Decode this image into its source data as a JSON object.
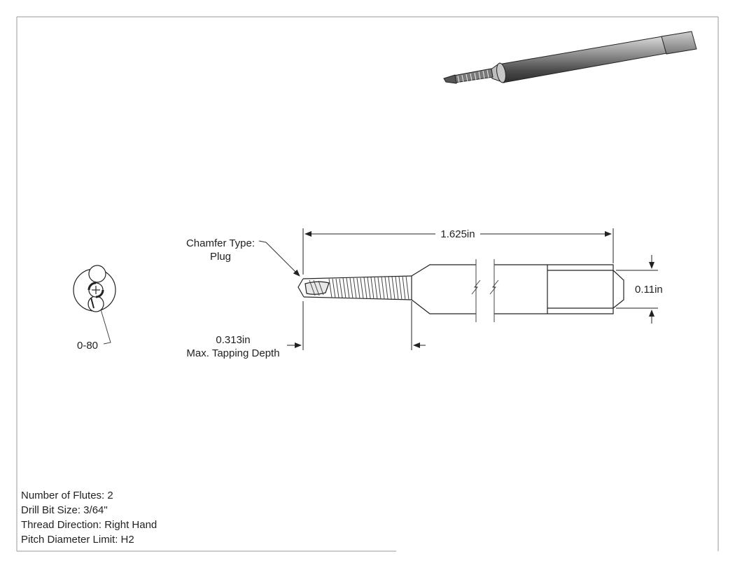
{
  "labels": {
    "overall_length": "1.625in",
    "chamfer_line1": "Chamfer Type:",
    "chamfer_line2": "Plug",
    "shank_diameter": "0.11in",
    "tap_size": "0-80",
    "tapping_depth_value": "0.313in",
    "tapping_depth_label": "Max. Tapping Depth"
  },
  "specs": [
    "Number of Flutes: 2",
    "Drill Bit Size: 3/64\"",
    "Thread Direction: Right Hand",
    "Pitch Diameter Limit: H2"
  ],
  "colors": {
    "line": "#333333",
    "shank_dark": "#3a3a3a",
    "shank_light": "#d8d8d8"
  }
}
